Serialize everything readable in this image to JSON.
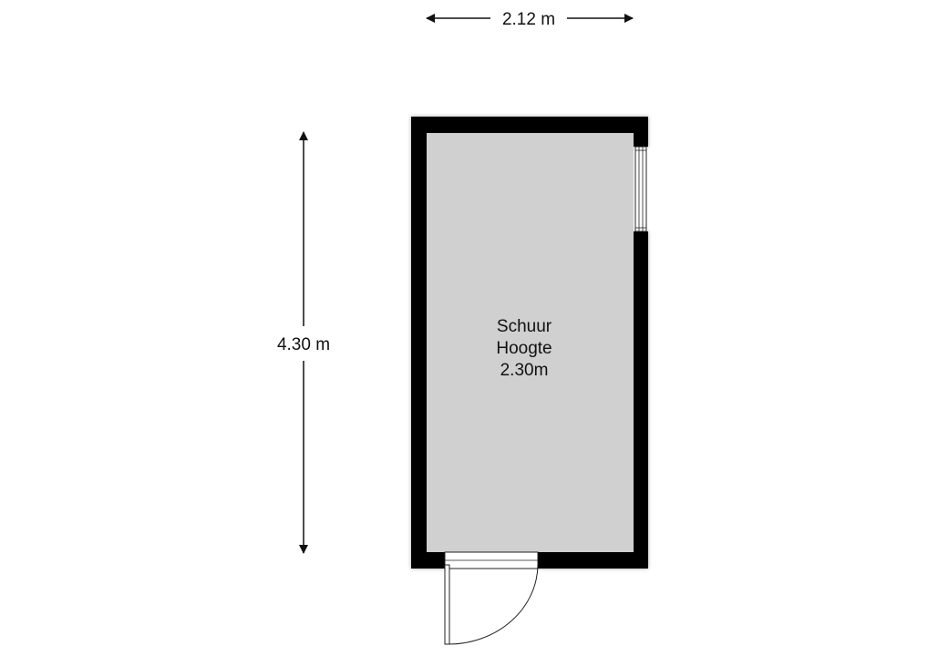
{
  "dimensions": {
    "width_label": "2.12 m",
    "depth_label": "4.30 m"
  },
  "room": {
    "name": "Schuur",
    "height_label": "Hoogte",
    "height_value": "2.30m"
  },
  "colors": {
    "wall": "#000000",
    "floor": "#d0d0d0",
    "dimension_line": "#111111",
    "background": "#ffffff"
  }
}
